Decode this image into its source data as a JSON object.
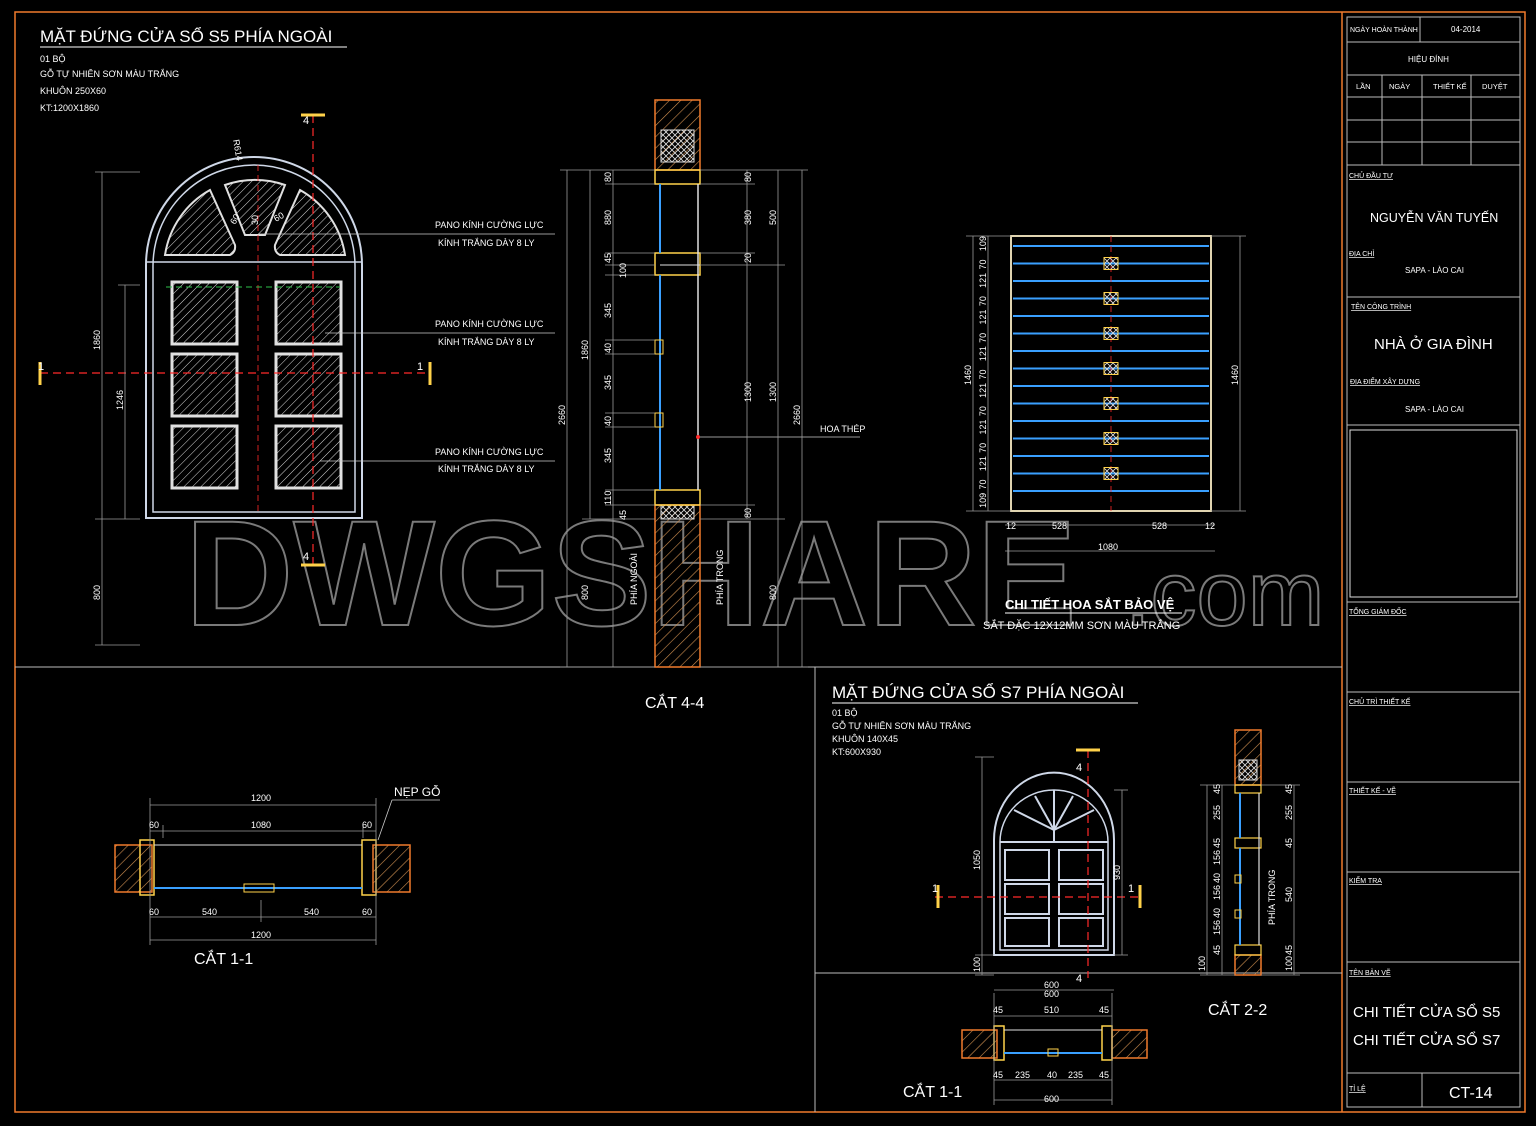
{
  "colors": {
    "background": "#000000",
    "frame": "#f07a2c",
    "line": "#e8e8e8",
    "dim": "#9a9a9a",
    "axis": "#ff2a2a",
    "glass": "#3aa0ff",
    "section": "#ffd24a"
  },
  "s5": {
    "title": "MẶT ĐỨNG CỬA SỔ S5 PHÍA NGOÀI",
    "notes": [
      "01 BỘ",
      "GỖ TỰ NHIÊN SƠN MÀU TRẮNG",
      "KHUÔN 250X60",
      "KT:1200X1860"
    ],
    "pano_label_1": "PANO KÍNH CƯỜNG LỰC",
    "pano_label_2": "KÍNH TRẮNG DÀY 8 LY",
    "hoa_thep": "HOA THÉP",
    "dims": {
      "h1860": "1860",
      "h1246": "1246",
      "h800": "800",
      "r614": "R614",
      "d1": "60",
      "d2": "30",
      "d3": "60"
    },
    "mark_1": "1",
    "mark_4": "4"
  },
  "section44": {
    "caption": "CẮT 4-4",
    "phia_ngoai": "PHÍA NGOÀI",
    "phia_trong": "PHÍA TRONG",
    "left_dims": [
      "80",
      "880",
      "45",
      "100",
      "345",
      "40",
      "345",
      "40",
      "345",
      "110",
      "45",
      "800"
    ],
    "total_left": "2660",
    "inner_left": "1860",
    "right_dims": [
      "80",
      "380",
      "20",
      "80"
    ],
    "right_total_a": "500",
    "right_total_b": "1300",
    "right_total_c": "1300",
    "right_total_d": "2660",
    "right_800": "800"
  },
  "rail": {
    "caption": "CHI TIẾT HOA SẮT BẢO VỆ",
    "sub": "SẮT ĐẶC 12X12MM SƠN MÀU TRẮNG",
    "height_left": "1460",
    "height_right": "1460",
    "bottom_dims": [
      "12",
      "528",
      "528",
      "12"
    ],
    "width_total": "1080",
    "left_dims": [
      "109",
      "70",
      "121",
      "70",
      "121",
      "70",
      "121",
      "70",
      "121",
      "70",
      "121",
      "70",
      "121",
      "70",
      "109"
    ]
  },
  "section11_s5": {
    "caption": "CẮT 1-1",
    "nep_go": "NẸP GỖ",
    "top_total": "1200",
    "top_inner": "1080",
    "top_side": "60",
    "bottom_dims": [
      "60",
      "540",
      "540",
      "60"
    ],
    "bottom_total": "1200"
  },
  "s7": {
    "title": "MẶT ĐỨNG CỬA SỔ S7 PHÍA NGOÀI",
    "notes": [
      "01 BỘ",
      "GỖ TỰ NHIÊN SƠN MÀU TRẮNG",
      "KHUÔN 140X45",
      "KT:600X930"
    ],
    "h1050": "1050",
    "h930": "930",
    "h100": "100",
    "width_600": "600",
    "mark_1": "1",
    "mark_4": "4"
  },
  "section22": {
    "caption": "CẮT 2-2",
    "phia_trong": "PHÍA TRONG",
    "left_dims": [
      "45",
      "255",
      "45",
      "156",
      "40",
      "156",
      "40",
      "156",
      "45",
      "100"
    ],
    "right_dims": [
      "45",
      "255",
      "45",
      "540",
      "45",
      "100"
    ]
  },
  "section11_s7": {
    "caption": "CẮT 1-1",
    "top_dims": [
      "45",
      "510",
      "45"
    ],
    "top_total": "600",
    "bottom_dims": [
      "45",
      "235",
      "40",
      "235",
      "45"
    ],
    "bottom_total": "600"
  },
  "watermark": {
    "main": "DWGSHARE",
    "suffix": ".com"
  },
  "titleblock": {
    "ngay_label": "NGÀY HOÀN THÀNH",
    "ngay_value": "04-2014",
    "hieu_dinh": "HIỆU ĐÍNH",
    "cols": [
      "LẦN",
      "NGÀY",
      "THIẾT KẾ",
      "DUYỆT"
    ],
    "chu_dau_tu_label": "CHỦ ĐẦU TƯ",
    "chu_dau_tu": "NGUYỄN VĂN TUYẾN",
    "dia_chi_label": "ĐỊA CHỈ",
    "dia_chi": "SAPA - LÀO CAI",
    "cong_trinh_label": "TÊN CÔNG TRÌNH",
    "cong_trinh": "NHÀ Ở GIA ĐÌNH",
    "dia_diem_label": "ĐỊA ĐIỂM XÂY DỰNG",
    "dia_diem": "SAPA - LÀO CAI",
    "tong_giam_doc": "TỔNG GIÁM ĐỐC",
    "chu_tri": "CHỦ TRÌ THIẾT KẾ",
    "thiet_ke_ve": "THIẾT KẾ - VẼ",
    "kiem_tra": "KIỂM TRA",
    "ten_ban_ve_label": "TÊN BẢN VẼ",
    "ten_ban_ve_1": "CHI TIẾT CỬA SỔ S5",
    "ten_ban_ve_2": "CHI TIẾT CỬA SỔ S7",
    "ti_le_label": "TỈ LỆ",
    "sheet": "CT-14"
  }
}
